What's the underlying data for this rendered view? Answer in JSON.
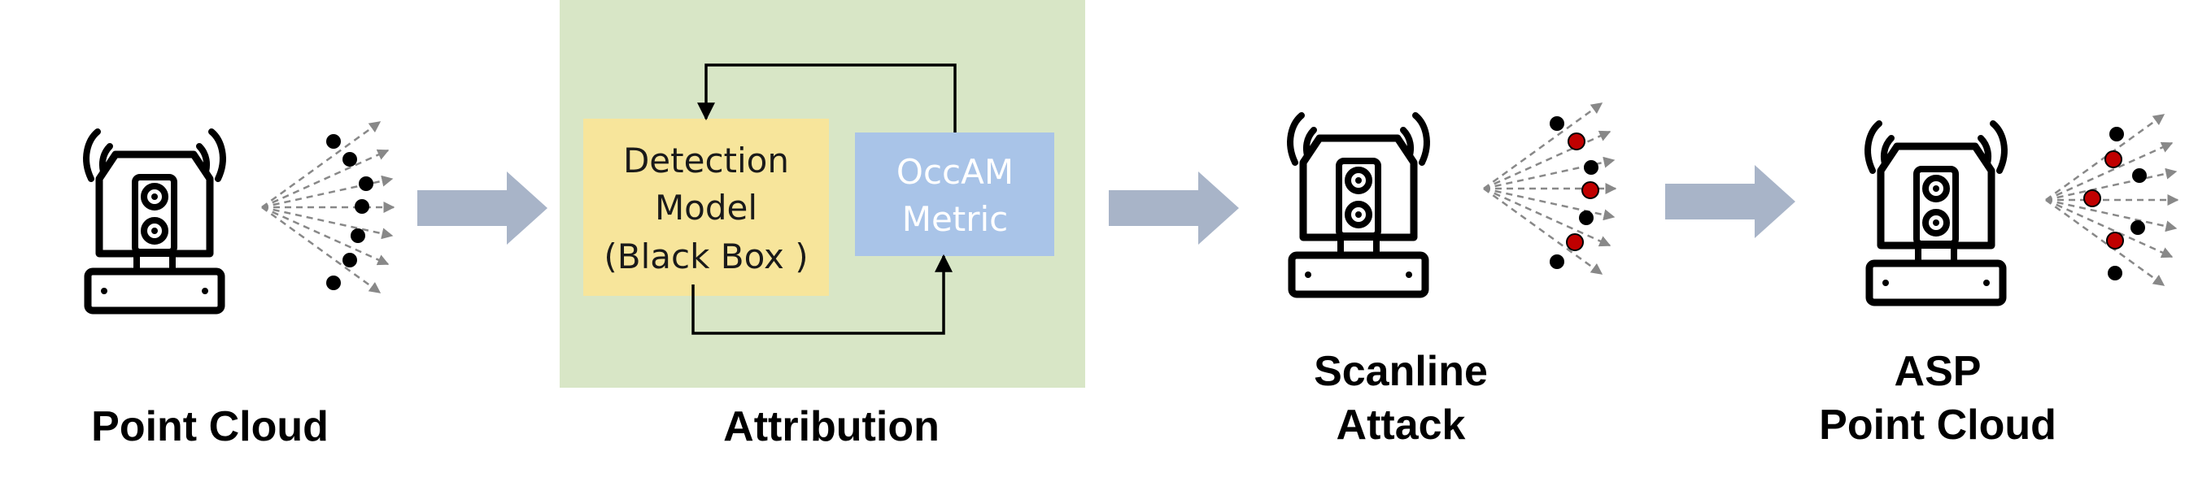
{
  "stages": {
    "point_cloud": {
      "label": "Point Cloud"
    },
    "attribution": {
      "label": "Attribution",
      "detection_model": {
        "line1": "Detection",
        "line2": "Model",
        "line3": "(Black Box )"
      },
      "occam_metric": {
        "line1": "OccAM",
        "line2": "Metric"
      }
    },
    "scanline_attack": {
      "line1": "Scanline",
      "line2": "Attack"
    },
    "asp_point_cloud": {
      "line1": "ASP",
      "line2": "Point Cloud"
    }
  },
  "colors": {
    "attribution_panel": "#d8e6c6",
    "detection_box": "#f7e59b",
    "metric_box": "#a9c4e8",
    "metric_text": "#ffffff",
    "flow_arrow": "#a8b4c8",
    "ray": "#888888",
    "point_normal": "#000000",
    "point_attacked": "#c00000"
  },
  "icons": [
    "lidar-sensor-icon",
    "wifi-signal-icon",
    "laser-rays-icon",
    "flow-arrow-icon"
  ]
}
